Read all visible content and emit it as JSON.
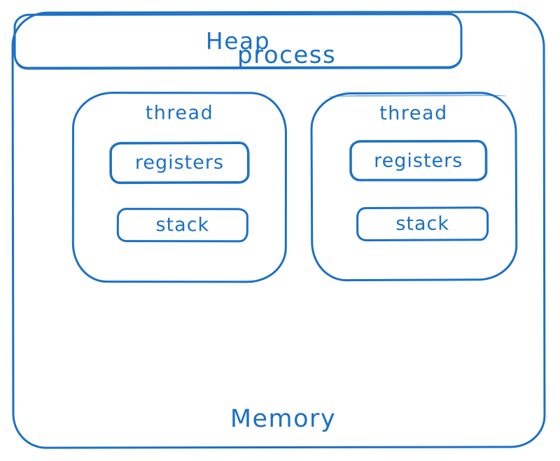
{
  "diagram": {
    "process_label": "process",
    "memory_label": "Memory",
    "heap_label": "Heap",
    "threads": [
      {
        "label": "thread",
        "registers_label": "registers",
        "stack_label": "stack"
      },
      {
        "label": "thread",
        "registers_label": "registers",
        "stack_label": "stack"
      }
    ],
    "colors": {
      "stroke": "#1b70c4",
      "text": "#1b70c4",
      "background": "#ffffff"
    }
  }
}
